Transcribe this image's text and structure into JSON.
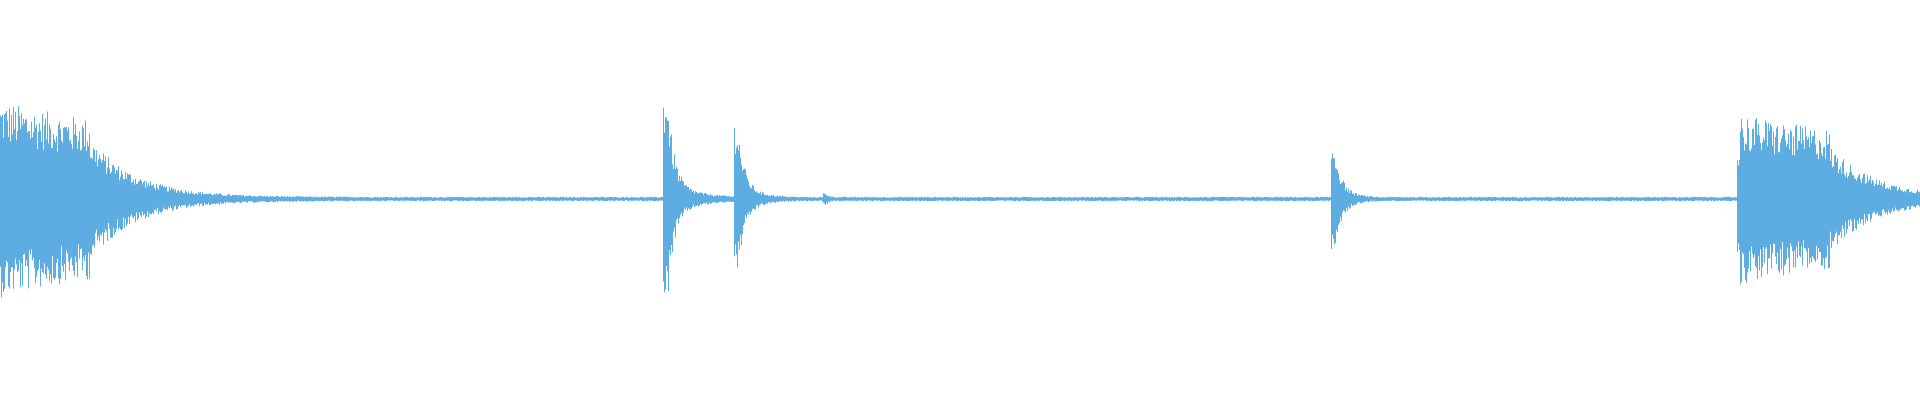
{
  "waveform": {
    "color": "#5dade2",
    "background": "#ffffff",
    "transients": [
      {
        "time_fraction": 0.0,
        "peak_amplitude": 0.98,
        "decay": "long",
        "cluster": true
      },
      {
        "time_fraction": 0.347,
        "peak_amplitude": 1.0,
        "decay": "short",
        "cluster": false
      },
      {
        "time_fraction": 0.384,
        "peak_amplitude": 0.65,
        "decay": "short",
        "cluster": false
      },
      {
        "time_fraction": 0.43,
        "peak_amplitude": 0.05,
        "decay": "short",
        "cluster": false
      },
      {
        "time_fraction": 0.695,
        "peak_amplitude": 0.45,
        "decay": "short",
        "cluster": false
      },
      {
        "time_fraction": 0.906,
        "peak_amplitude": 0.85,
        "decay": "long",
        "cluster": true
      }
    ],
    "noise_floor": 0.012
  }
}
